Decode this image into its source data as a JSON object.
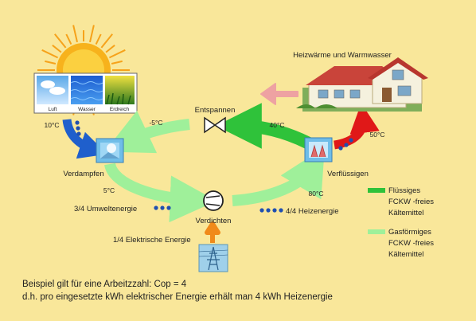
{
  "sources": {
    "air": "Luft",
    "water": "Wasser",
    "soil": "Erdreich"
  },
  "house_label": "Heizwärme und Warmwasser",
  "nodes": {
    "expansion": "Entspannen",
    "evaporator": "Verdampfen",
    "condenser": "Verflüssigen",
    "compressor": "Verdichten"
  },
  "temps": {
    "source_in": "10°C",
    "after_expansion": "-5°C",
    "to_condenser": "40°C",
    "house_out": "50°C",
    "after_evaporator": "5°C",
    "after_compressor": "80°C"
  },
  "energy": {
    "ambient": "3/4 Umweltenergie",
    "heat": "4/4 Heizenergie",
    "electric": "1/4 Elektrische Energie"
  },
  "legend": {
    "liquid": {
      "lines": [
        "Flüssiges",
        "FCKW -freies",
        "Kältemittel"
      ],
      "color": "#2fc23a"
    },
    "gas": {
      "lines": [
        "Gasförmiges",
        "FCKW -freies",
        "Kältemittel"
      ],
      "color": "#9ff09a"
    }
  },
  "footer": {
    "line1": "Beispiel gilt für eine Arbeitzzahl: Cop = 4",
    "line2": "d.h. pro eingesetzte kWh elektrischer Energie erhält man 4 kWh Heizenergie"
  },
  "colors": {
    "background": "#f9e79a",
    "gas": "#9ff09a",
    "liquid": "#2fc23a",
    "heat_arrow": "#e01818",
    "source_arrow": "#1f5fcc",
    "dots": "#1f4fb0",
    "house_arrow": "#eea2a2",
    "electric_arrow": "#f08a1a"
  }
}
